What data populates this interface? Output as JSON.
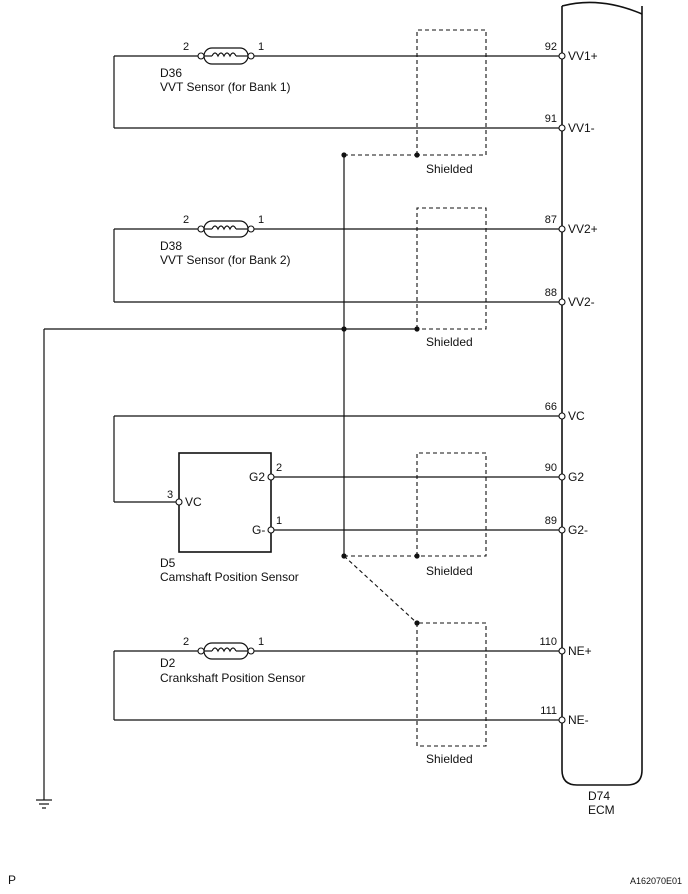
{
  "sensors": {
    "d36": {
      "ref": "D36",
      "name": "VVT Sensor (for Bank 1)",
      "pin_left": "2",
      "pin_right": "1"
    },
    "d38": {
      "ref": "D38",
      "name": "VVT Sensor (for Bank 2)",
      "pin_left": "2",
      "pin_right": "1"
    },
    "d5": {
      "ref": "D5",
      "name": "Camshaft Position Sensor",
      "pin_vc": "3",
      "lbl_vc": "VC",
      "pin_g2": "2",
      "lbl_g2": "G2",
      "pin_gm": "1",
      "lbl_gm": "G-"
    },
    "d2": {
      "ref": "D2",
      "name": "Crankshaft Position Sensor",
      "pin_left": "2",
      "pin_right": "1"
    }
  },
  "ecm": {
    "ref": "D74",
    "name": "ECM",
    "terminals": [
      {
        "pin": "92",
        "label": "VV1+"
      },
      {
        "pin": "91",
        "label": "VV1-"
      },
      {
        "pin": "87",
        "label": "VV2+"
      },
      {
        "pin": "88",
        "label": "VV2-"
      },
      {
        "pin": "66",
        "label": "VC"
      },
      {
        "pin": "90",
        "label": "G2"
      },
      {
        "pin": "89",
        "label": "G2-"
      },
      {
        "pin": "110",
        "label": "NE+"
      },
      {
        "pin": "111",
        "label": "NE-"
      }
    ]
  },
  "shields": [
    "Shielded",
    "Shielded",
    "Shielded",
    "Shielded"
  ],
  "footer": {
    "left": "P",
    "right": "A162070E01"
  }
}
